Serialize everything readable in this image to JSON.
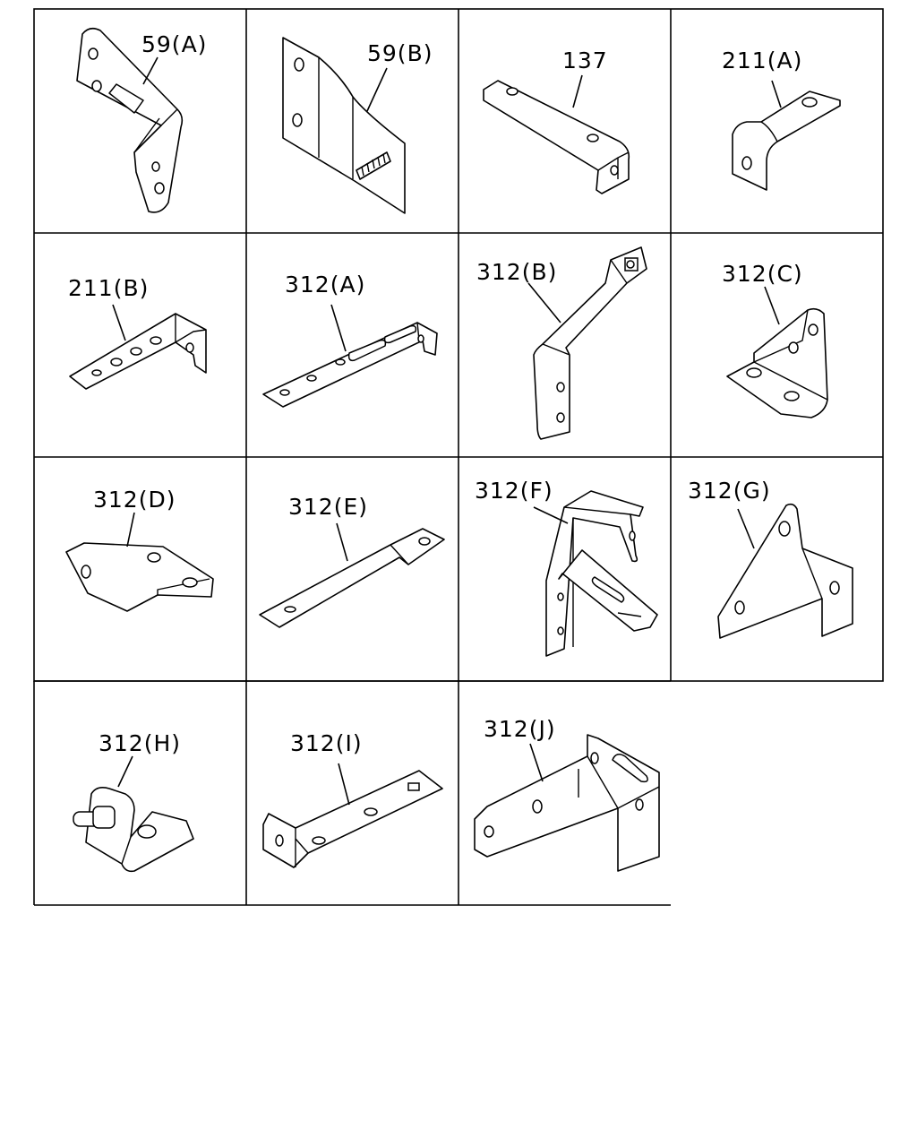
{
  "diagram": {
    "parts": [
      {
        "label": "59(A)"
      },
      {
        "label": "59(B)"
      },
      {
        "label": "137"
      },
      {
        "label": "211(A)"
      },
      {
        "label": "211(B)"
      },
      {
        "label": "312(A)"
      },
      {
        "label": "312(B)"
      },
      {
        "label": "312(C)"
      },
      {
        "label": "312(D)"
      },
      {
        "label": "312(E)"
      },
      {
        "label": "312(F)"
      },
      {
        "label": "312(G)"
      },
      {
        "label": "312(H)"
      },
      {
        "label": "312(I)"
      },
      {
        "label": "312(J)"
      }
    ]
  }
}
